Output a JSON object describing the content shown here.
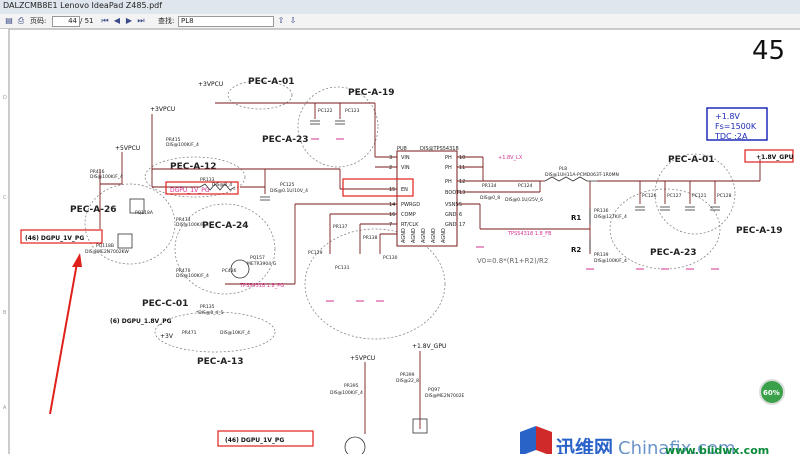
{
  "window": {
    "title": "DALZCMB8E1 Lenovo IdeaPad Z485.pdf"
  },
  "toolbar": {
    "page_label": "页码:",
    "page_current": "44",
    "page_total": "/ 51",
    "search_label": "查找:",
    "search_value": "PL8"
  },
  "page_number": "45",
  "spec_box": [
    "+1.8V",
    "Fs=1500K",
    "TDC :2A"
  ],
  "labels": {
    "pec_a01_top": "PEC-A-01",
    "pec_a19_top": "PEC-A-19",
    "pec_a23_top": "PEC-A-23",
    "pec_a12": "PEC-A-12",
    "pec_a26": "PEC-A-26",
    "pec_a24": "PEC-A-24",
    "pec_c01": "PEC-C-01",
    "pec_a13": "PEC-A-13",
    "pec_a01_right": "PEC-A-01",
    "pec_a19_right": "PEC-A-19",
    "pec_a23_right": "PEC-A-23",
    "rail_3vpcu_top": "+3VPCU",
    "rail_3vpcu_mid": "+3VPCU",
    "rail_5vpcu_left": "+5VPCU",
    "rail_5vpcu_bottom": "+5VPCU",
    "rail_3v": "+3V",
    "rail_18v_gpu_bottom": "+1.8V_GPU",
    "rail_18v_gpu_right": "+1.8V_GPU",
    "net_18v_lx": "+1.8V_LX",
    "dgpu_pg_left": "(46)  DGPU_1V_PG",
    "dgpu_pg_bottom": "(46)  DGPU_1V_PG",
    "dgpu_18v_pg": "(6)  DGPU_1.8V_PG",
    "dgpu_pg_inner": "DGPU_1V_PG",
    "tps_fb": "TPS54318 1.8_FB",
    "tps_pg": "TPS54318 1.8_PG",
    "formula": "V0=0.8*(R1+R2)/R2",
    "r1": "R1",
    "r2": "R2",
    "pu_name": "PU8",
    "pu_part": "DIS@TPS54318",
    "pr133": "PR133",
    "pr133_val": "DIS@0_4",
    "pr416": "PR416",
    "pr416_val": "DIS@100K/F_4",
    "pr415": "PR415",
    "pr415_val": "DIS@100K/F_4",
    "pq118a": "PQ118A",
    "pq118b": "PQ118B",
    "pq118b_val": "DIS@ME2N7002KW",
    "pr474": "PR474",
    "pr474_val": "DIS@100K/F_4",
    "pr470": "PR470",
    "pr470_val": "DIS@100K/F_4",
    "pq157": "PQ157",
    "pq157_val": "METR3904-G",
    "pc436": "PC436",
    "pr135": "PR135",
    "pr135_val": "*DIS@0_4_S",
    "pr471": "PR471",
    "pr471_val": "DIS@10K/F_4",
    "pc125": "PC125",
    "pc125_val": "DIS@0.1U/10V_4",
    "pc122": "PC122",
    "pc123": "PC123",
    "pl8": "PL8",
    "pl8_val": "DIS@1UH11A-PCMD063T-1R0MN",
    "pr134": "PR134",
    "pr134_val": "DIS@0_8",
    "pc124": "PC124",
    "pc124_val": "DIS@0.1U/25V_6",
    "pr136": "PR136",
    "pr136_val": "DIS@127K/F_4",
    "pr139": "PR139",
    "pr139_val": "DIS@100K/F_4",
    "pc126": "PC126",
    "pc127": "PC127",
    "pc121": "PC121",
    "pc128": "PC128",
    "pr137": "PR137",
    "pr138": "PR138",
    "pc129": "PC129",
    "pc131": "PC131",
    "pc130": "PC130",
    "pr395": "PR395",
    "pr395_val": "DIS@100K/F_4",
    "pr399": "PR399",
    "pr399_val": "DIS@22_8",
    "pq97": "PQ97",
    "pq97_val": "DIS@ME2N7002E",
    "pins_left": [
      "VIN",
      "VIN",
      "EN",
      "PWRGD",
      "COMP",
      "RT/CLK"
    ],
    "pins_left_nums": [
      "3",
      "2",
      "15",
      "14",
      "16",
      "7"
    ],
    "pins_right": [
      "PH",
      "PH",
      "PH",
      "BOOT",
      "VSNS",
      "GND",
      "GND"
    ],
    "pins_right_nums": [
      "10",
      "11",
      "12",
      "13",
      "5",
      "6",
      "17"
    ],
    "pins_bottom": [
      "AGND",
      "AGND",
      "AGND",
      "AGND",
      "AGND"
    ]
  },
  "watermark": {
    "brand": "迅维网",
    "latin": "Chinafix.com",
    "url": "www.bjjdwx.com"
  },
  "zoom_badge": "60%",
  "colors": {
    "wire": "#7a1a1a",
    "highlight": "#e0201a",
    "spec_border": "#1f2bb8",
    "net_magenta": "#d43090"
  }
}
